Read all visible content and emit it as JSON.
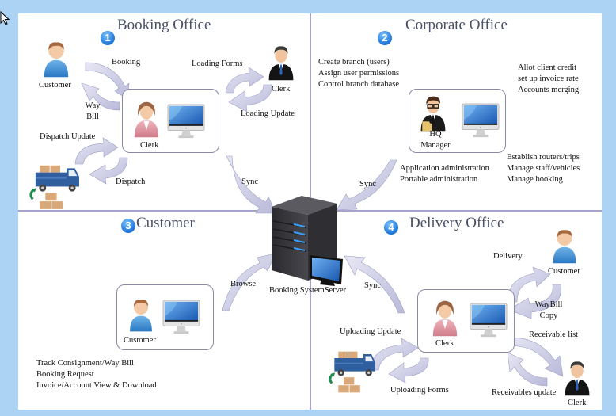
{
  "diagram": {
    "quadrants": [
      {
        "number": "1",
        "title": "Booking Office",
        "center_box": {
          "person_label": "Clerk",
          "device": "monitor-icon"
        },
        "actors": [
          {
            "label": "Customer",
            "icon": "customer-icon"
          },
          {
            "label": "Clerk",
            "icon": "clerk-male-icon"
          },
          {
            "label": "",
            "icon": "delivery-truck-icon"
          }
        ],
        "flows": {
          "booking": "Booking",
          "way_bill_1": "Way",
          "way_bill_2": "Bill",
          "loading_forms": "Loading Forms",
          "loading_update": "Loading Update",
          "dispatch_update": "Dispatch Update",
          "dispatch": "Dispatch",
          "sync": "Sync"
        }
      },
      {
        "number": "2",
        "title": "Corporate Office",
        "center_box": {
          "person_label_1": "HQ",
          "person_label_2": "Manager",
          "device": "monitor-icon"
        },
        "lists": {
          "top_left": [
            "Create branch (users)",
            "Assign user permissions",
            "Control branch database"
          ],
          "top_right": [
            "Allot client credit",
            "set up invoice rate",
            "Accounts merging"
          ],
          "bottom_left": [
            "Application administration",
            "Portable administration"
          ],
          "bottom_right": [
            "Establish routers/trips",
            "Manage staff/vehicles",
            "Manage booking"
          ]
        },
        "flows": {
          "sync": "Sync"
        }
      },
      {
        "number": "3",
        "title": "Customer",
        "center_box": {
          "person_label": "Customer",
          "device": "monitor-icon"
        },
        "lists": {
          "features": [
            "Track Consignment/Way Bill",
            "Booking Request",
            "Invoice/Account View  & Download"
          ]
        },
        "flows": {
          "browse": "Browse"
        }
      },
      {
        "number": "4",
        "title": "Delivery Office",
        "center_box": {
          "person_label": "Clerk",
          "device": "monitor-icon"
        },
        "actors": [
          {
            "label": "Customer",
            "icon": "customer-icon"
          },
          {
            "label": "Clerk",
            "icon": "clerk-male-icon"
          },
          {
            "label": "",
            "icon": "delivery-truck-icon"
          }
        ],
        "flows": {
          "delivery": "Delivery",
          "way_bill_copy_1": "WayBill",
          "way_bill_copy_2": "Copy",
          "receivable_list": "Receivable list",
          "receivables_update": "Receivables update",
          "uploading_update": "Uploading Update",
          "uploading_forms": "Uploading Forms",
          "sync": "Sync"
        }
      }
    ],
    "server": {
      "label": "Booking SystemServer"
    }
  },
  "colors": {
    "background": "#acd3f3",
    "divider": "#a4a4cf",
    "arrow_fill": "#c9c9e3",
    "badge": "#1d74d8",
    "title": "#4a5068"
  }
}
